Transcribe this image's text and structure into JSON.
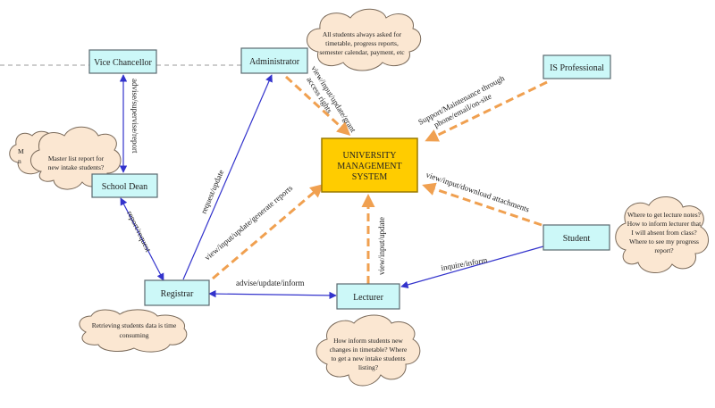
{
  "actors": {
    "vice_chancellor": "Vice Chancellor",
    "administrator": "Administrator",
    "is_professional": "IS Professional",
    "school_dean": "School Dean",
    "registrar": "Registrar",
    "lecturer": "Lecturer",
    "student": "Student",
    "system": [
      "UNIVERSITY",
      "MANAGEMENT",
      "SYSTEM"
    ]
  },
  "edges": {
    "vc_dean": "advise/supervise/report",
    "dean_registrar": "report/request",
    "registrar_admin": "request/update",
    "registrar_lecturer": "advise/update/inform",
    "student_lecturer": "inquire/inform",
    "admin_system": [
      "view/input/update/grant",
      "access rights"
    ],
    "is_system": [
      "Support/Maintenance through",
      "phone/email/on-site"
    ],
    "registrar_system": "view/input/update/generate reports",
    "lecturer_system": "view/input/update",
    "student_system": "view/input/download attachments"
  },
  "notes": {
    "administrator": [
      "All students always asked for",
      "timetable, progress reports,",
      "semester calendar, payment, etc"
    ],
    "dean": [
      "Master list report for",
      "new intake students?"
    ],
    "dean_partial": [
      "M",
      "n"
    ],
    "student": [
      "Where to get lecture notes?",
      "How to inform lecturer that",
      "I will absent from class?",
      "Where to see my progress",
      "report?"
    ],
    "registrar": [
      "Retrieving students data is time",
      "consuming"
    ],
    "lecturer": [
      "How inform students new",
      "changes in timetable? Where",
      "to get a new intake students",
      "listing?"
    ]
  }
}
